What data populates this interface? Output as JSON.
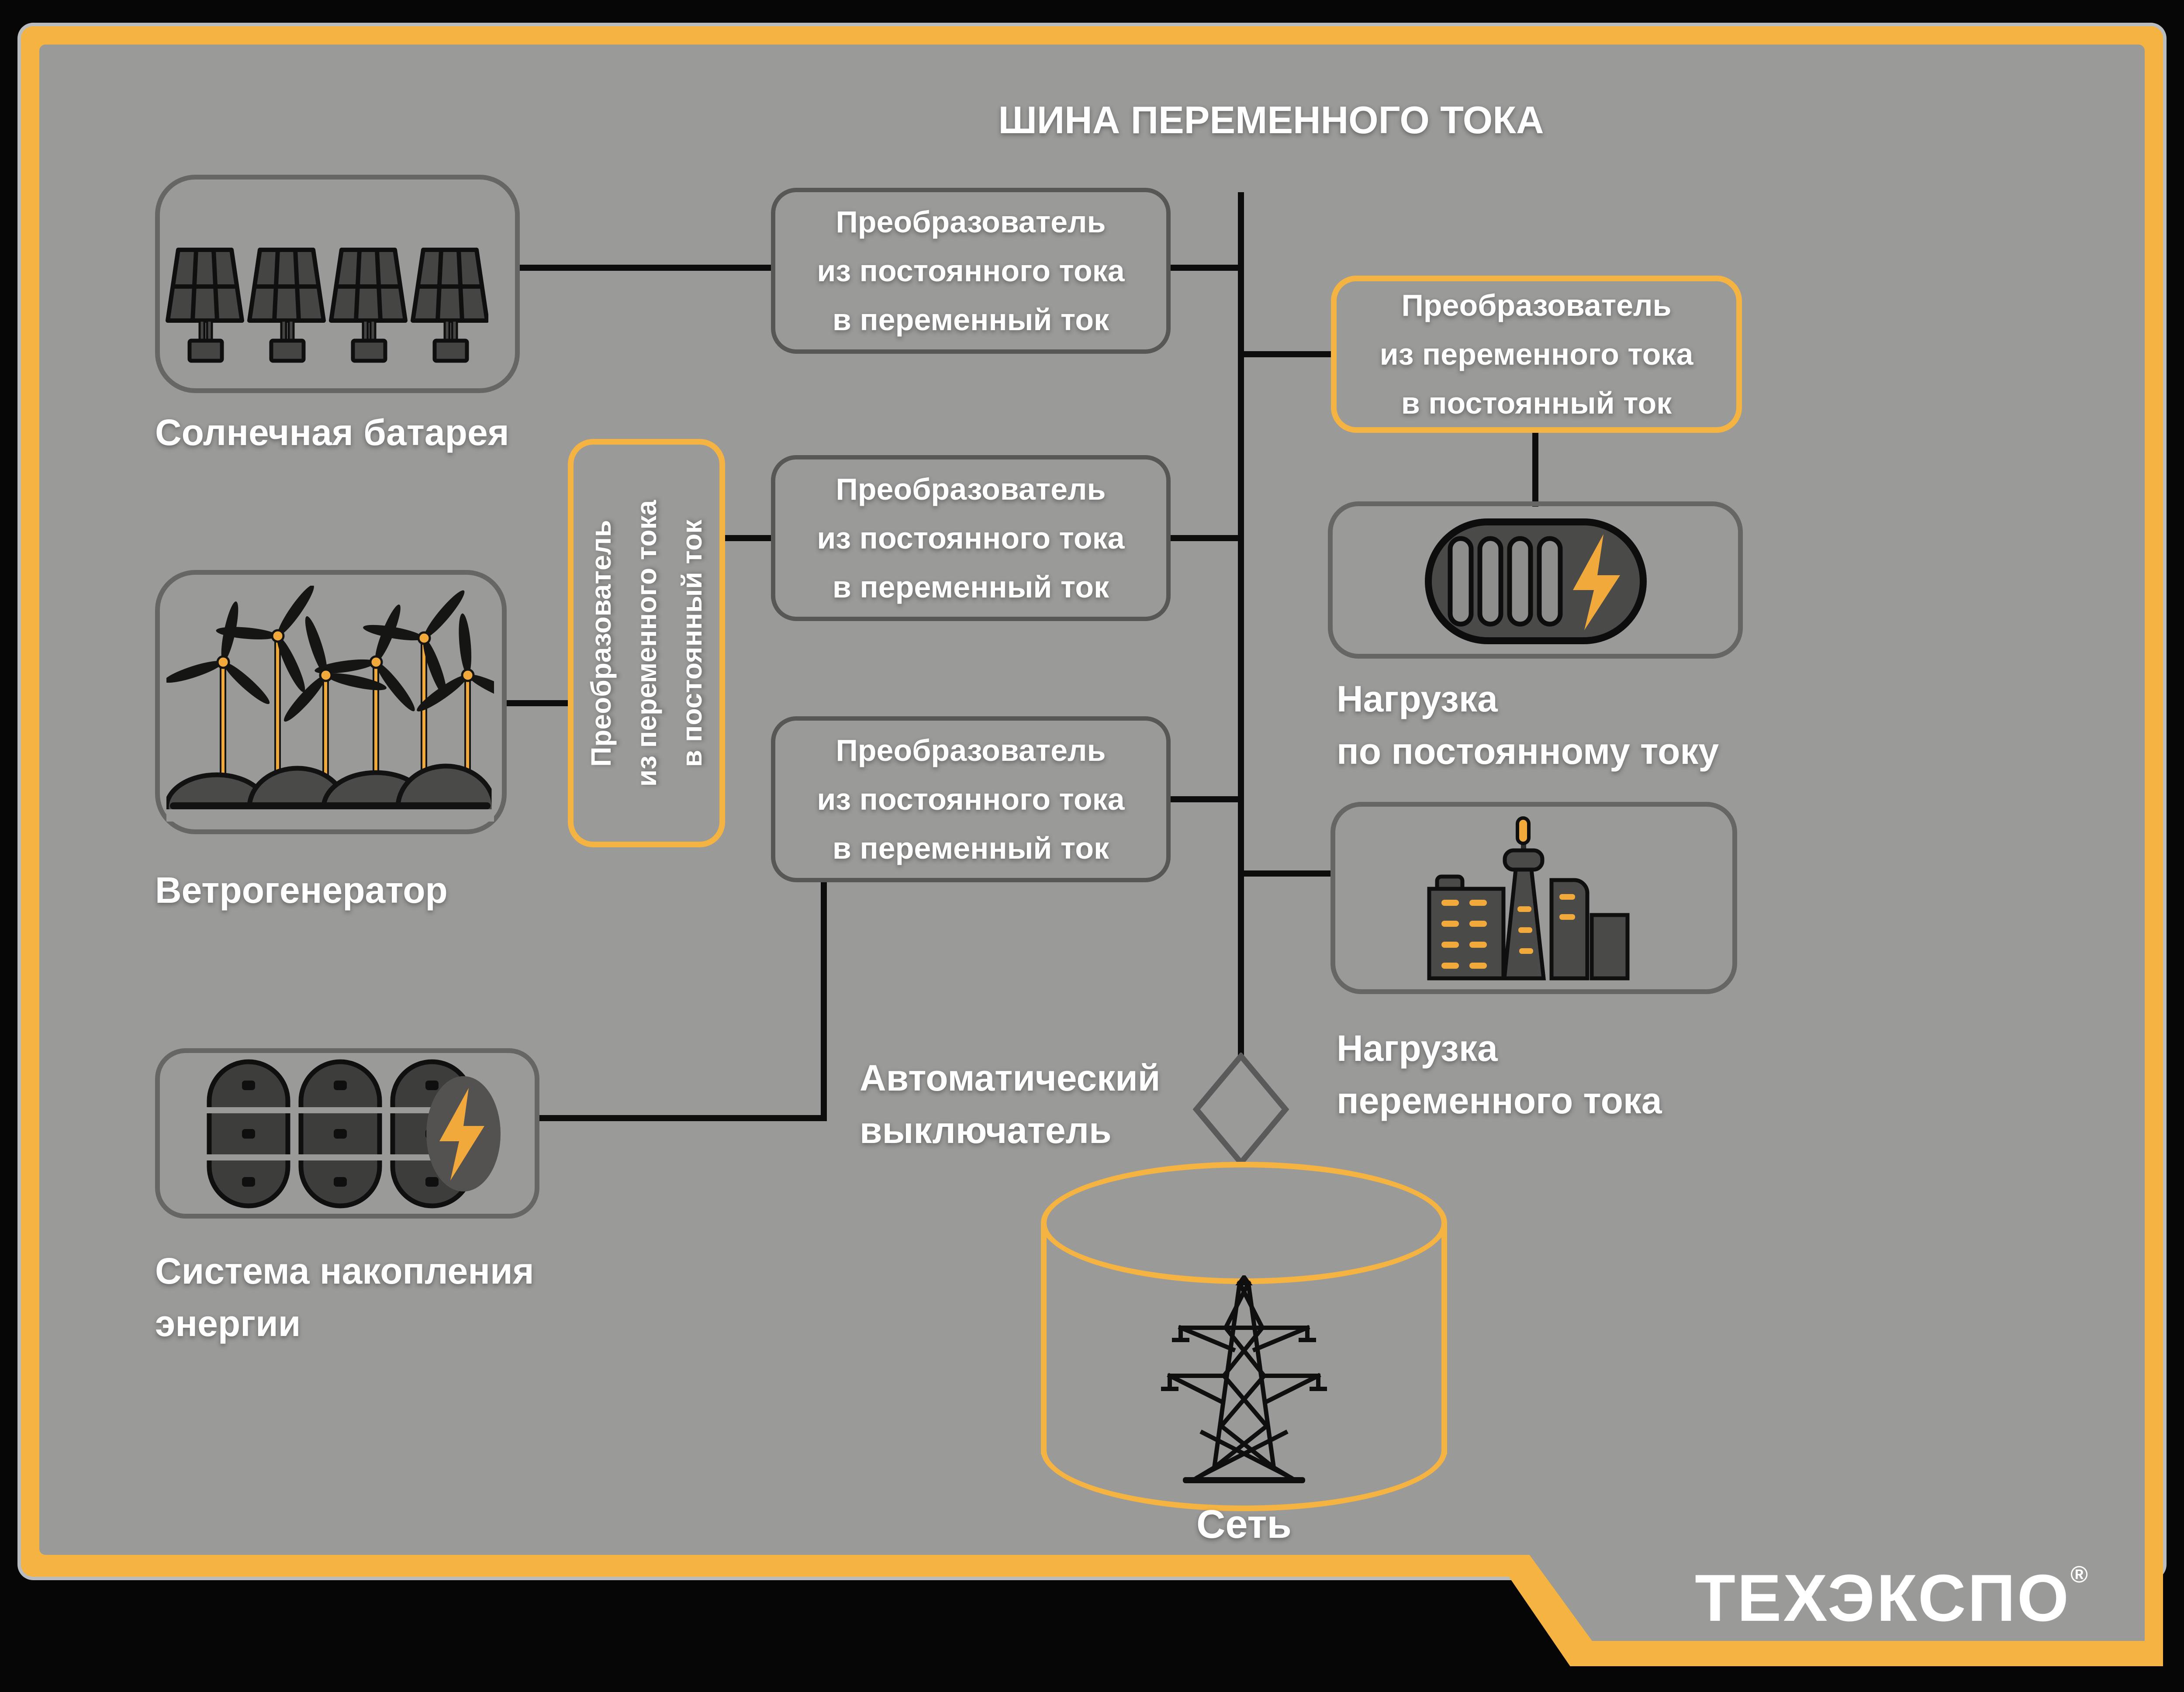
{
  "frame": {
    "brand_color": "#F5B342",
    "background_gray": "#9A9A98",
    "outer_black": "#060606"
  },
  "title": "ШИНА ПЕРЕМЕННОГО ТОКА",
  "sources": {
    "solar": {
      "label": "Солнечная батарея"
    },
    "wind": {
      "label": "Ветрогенератор"
    },
    "storage": {
      "label": [
        "Система накопления",
        "энергии"
      ]
    }
  },
  "converters": {
    "dc_to_ac": [
      "Преобразователь",
      "из постоянного тока",
      "в переменный ток"
    ],
    "ac_to_dc": [
      "Преобразователь",
      "из переменного тока",
      "в постоянный ток"
    ]
  },
  "breaker": {
    "label": [
      "Автоматический",
      "выключатель"
    ]
  },
  "loads": {
    "dc": {
      "label": [
        "Нагрузка",
        "по постоянному току"
      ]
    },
    "ac": {
      "label": [
        "Нагрузка",
        "переменного тока"
      ]
    }
  },
  "grid": {
    "label": "Сеть"
  },
  "logo": {
    "text": "ТЕХЭКСПО",
    "mark": "®"
  }
}
